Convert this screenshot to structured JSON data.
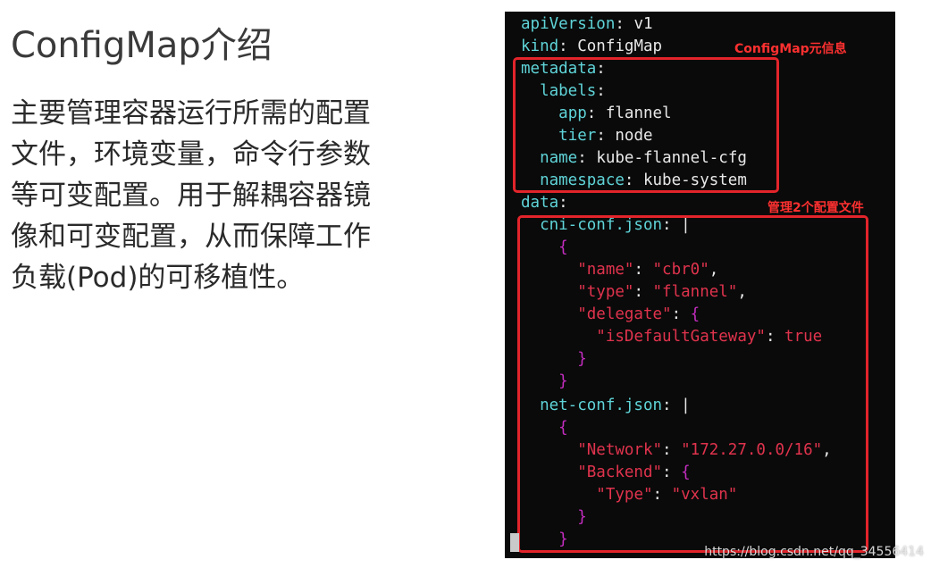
{
  "slide": {
    "title": "ConfigMap介绍",
    "body_lines": [
      "主要管理容器运行所需的配置",
      "文件，环境变量，命令行参数",
      "等可变配置。用于解耦容器镜",
      "像和可变配置，从而保障工作",
      "负载(Pod)的可移植性。"
    ]
  },
  "annotations": {
    "metadata_label": "ConfigMap元信息",
    "data_label": "管理2个配置文件"
  },
  "yaml": {
    "l1_key": "apiVersion",
    "l1_val": "v1",
    "l2_key": "kind",
    "l2_val": "ConfigMap",
    "l3_key": "metadata",
    "l4_key": "labels",
    "l5_key": "app",
    "l5_val": "flannel",
    "l6_key": "tier",
    "l6_val": "node",
    "l7_key": "name",
    "l7_val": "kube-flannel-cfg",
    "l8_key": "namespace",
    "l8_val": "kube-system",
    "l9_key": "data",
    "l10_key": "cni-conf.json",
    "l10_val": "|",
    "l11_brace": "{",
    "l12_key": "\"name\"",
    "l12_val": "\"cbr0\"",
    "l13_key": "\"type\"",
    "l13_val": "\"flannel\"",
    "l14_key": "\"delegate\"",
    "l14_brace": "{",
    "l15_key": "\"isDefaultGateway\"",
    "l15_val": "true",
    "l16_brace": "}",
    "l17_brace": "}",
    "l18_key": "net-conf.json",
    "l18_val": "|",
    "l19_brace": "{",
    "l20_key": "\"Network\"",
    "l20_val": "\"172.27.0.0/16\"",
    "l21_key": "\"Backend\"",
    "l21_brace": "{",
    "l22_key": "\"Type\"",
    "l22_val": "\"vxlan\"",
    "l23_brace": "}",
    "l24_brace": "}"
  },
  "watermark": "https://blog.csdn.net/qq_34556414"
}
